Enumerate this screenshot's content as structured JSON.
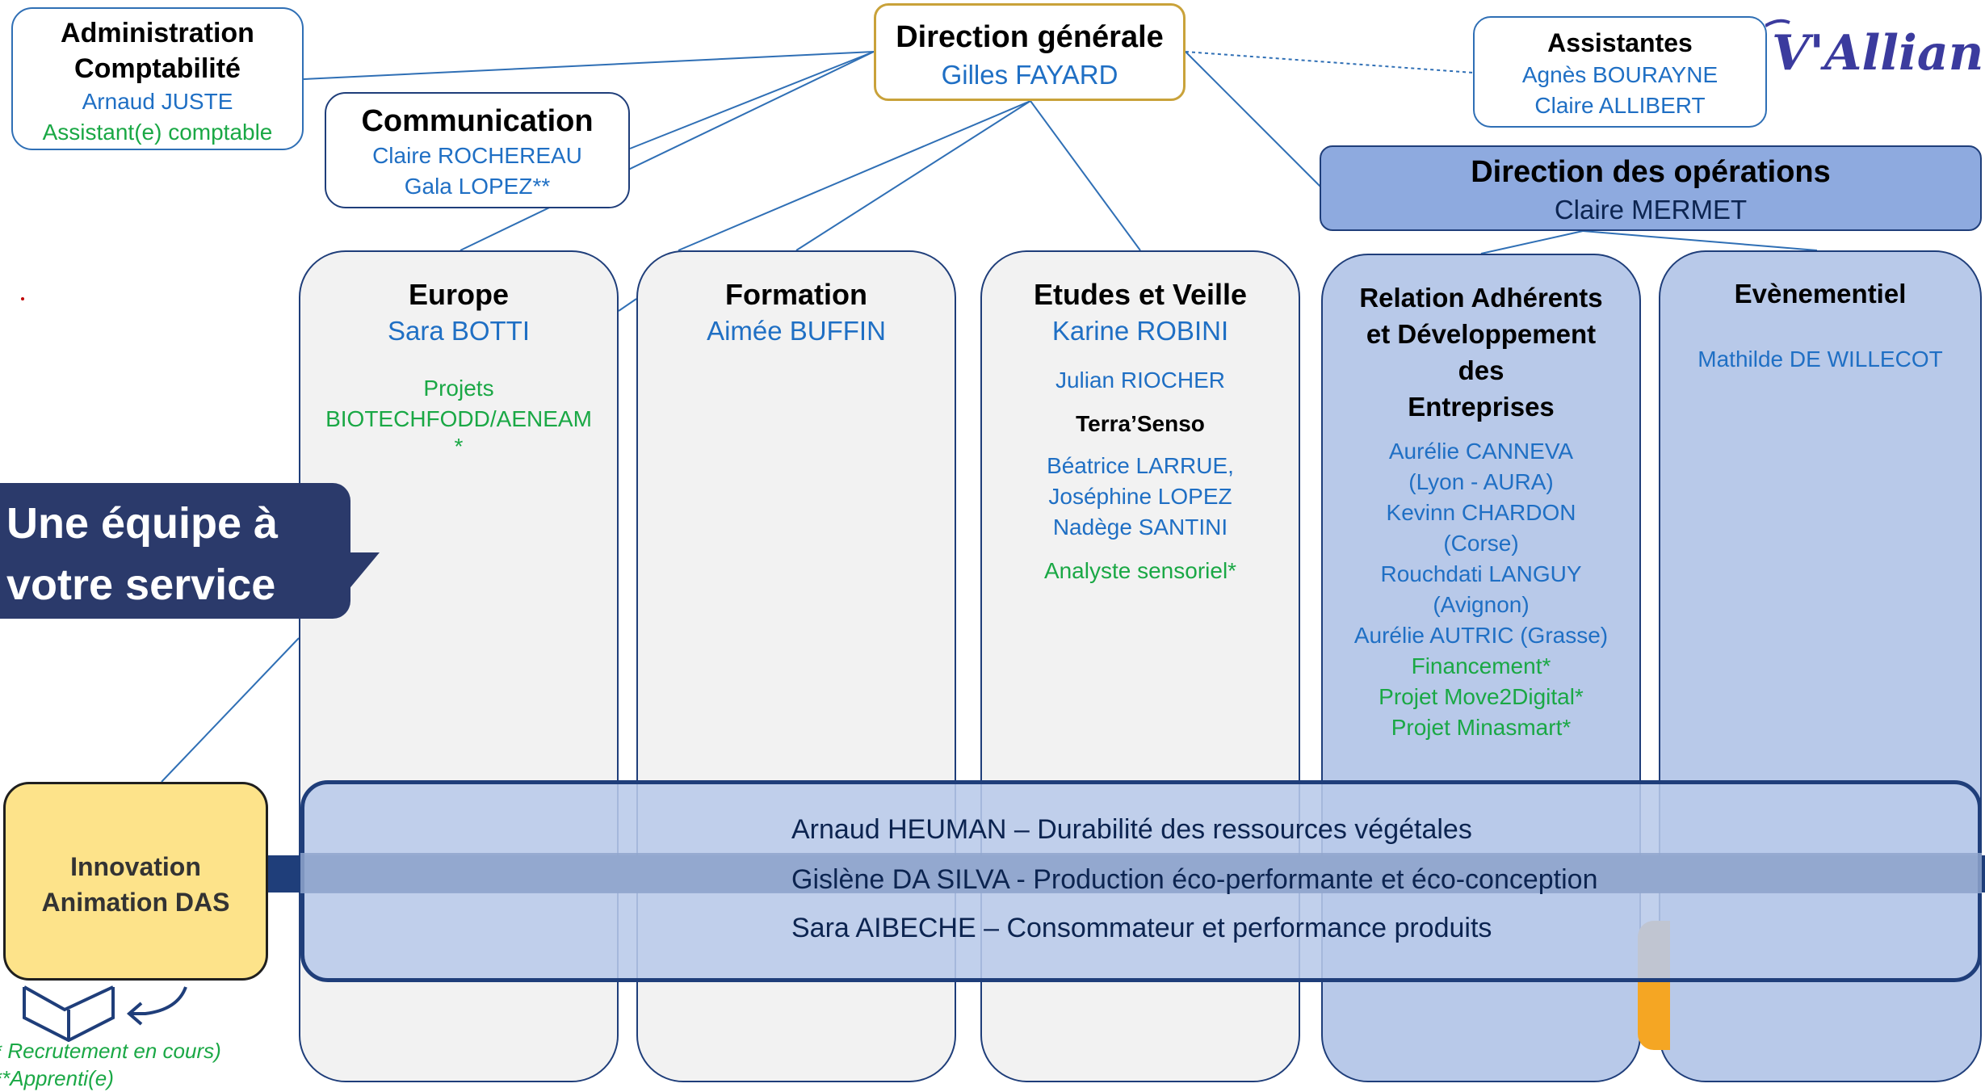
{
  "brand": {
    "logo_text": "V'Alliance",
    "logo_color": "#3b3b9e"
  },
  "colors": {
    "name_blue": "#1f6fc4",
    "recruit_green": "#1aa845",
    "navy": "#1f3e7a",
    "light_blue_fill": "#b8c9e9",
    "gold_border": "#c9a23a",
    "innovation_fill": "#fde38a"
  },
  "admin": {
    "title_line1": "Administration",
    "title_line2": "Comptabilité",
    "member1": "Arnaud JUSTE",
    "member2": "Assistant(e) comptable"
  },
  "communication": {
    "title": "Communication",
    "member1": "Claire ROCHEREAU",
    "member2": "Gala LOPEZ**"
  },
  "direction_generale": {
    "title": "Direction générale",
    "head": "Gilles FAYARD"
  },
  "assistantes": {
    "title": "Assistantes",
    "member1": "Agnès BOURAYNE",
    "member2": "Claire ALLIBERT"
  },
  "direction_operations": {
    "title": "Direction des opérations",
    "head": "Claire MERMET"
  },
  "columns": {
    "europe": {
      "title": "Europe",
      "lead": "Sara BOTTI",
      "items": [
        "Projets",
        "BIOTECHFODD/AENEAM",
        "*"
      ]
    },
    "formation": {
      "title": "Formation",
      "lead": "Aimée BUFFIN"
    },
    "etudes": {
      "title": "Etudes et Veille",
      "lead": "Karine ROBINI",
      "member1": "Julian RIOCHER",
      "sub_title": "Terra’Senso",
      "sub_members": [
        "Béatrice LARRUE,",
        "Joséphine LOPEZ",
        "Nadège SANTINI"
      ],
      "recruit": "Analyste sensoriel*"
    },
    "relation": {
      "title_lines": [
        "Relation Adhérents",
        "et Développement",
        "des",
        "Entreprises"
      ],
      "members": [
        "Aurélie CANNEVA",
        "(Lyon - AURA)",
        "Kevinn CHARDON",
        "(Corse)",
        "Rouchdati LANGUY",
        "(Avignon)",
        "Aurélie AUTRIC (Grasse)"
      ],
      "recruits": [
        "Financement*",
        "Projet Move2Digital*",
        "Projet Minasmart*"
      ]
    },
    "evenementiel": {
      "title": "Evènementiel",
      "lead": "Mathilde DE WILLECOT"
    }
  },
  "band": {
    "lines": [
      "Arnaud HEUMAN – Durabilité des ressources végétales",
      "Gislène DA SILVA   - Production éco-performante et éco-conception",
      "Sara AIBECHE – Consommateur et performance produits"
    ]
  },
  "innovation": {
    "line1": "Innovation",
    "line2": "Animation DAS"
  },
  "callout": {
    "line1": "Une équipe à",
    "line2": "votre service"
  },
  "legend": {
    "line1": "* Recrutement en cours)",
    "line2": "**Apprenti(e)"
  }
}
